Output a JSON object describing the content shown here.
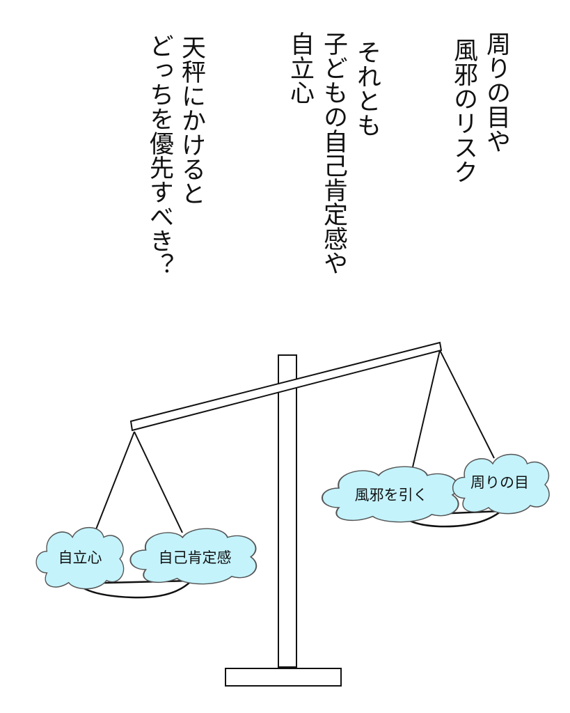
{
  "text_columns": [
    "周りの目や",
    "風邪のリスク",
    "それとも",
    "子どもの自己肯定感や",
    "自立心",
    "天秤にかけると",
    "どっちを優先すべき？"
  ],
  "scale": {
    "left_pan": [
      "自立心",
      "自己肯定感"
    ],
    "right_pan": [
      "風邪を引く",
      "周りの目"
    ]
  },
  "colors": {
    "cloud_fill": "#c4f3fc",
    "line": "#111111"
  }
}
